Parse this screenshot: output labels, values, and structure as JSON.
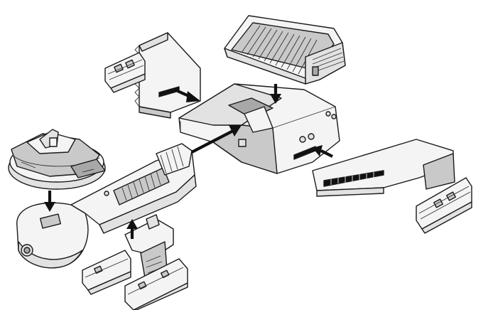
{
  "figure": {
    "type": "exploded-assembly-diagram",
    "colors": {
      "line": "#1a1a1a",
      "fill_light": "#f4f4f4",
      "fill_mid": "#e2e2e2",
      "fill_dark": "#c9c9c9",
      "arrow": "#111111"
    }
  },
  "parts": [
    {
      "id": "saucer-section",
      "icon": "saucer-section-icon"
    },
    {
      "id": "neck-assembly",
      "icon": "neck-icon"
    },
    {
      "id": "engineering-hull",
      "icon": "hull-icon"
    },
    {
      "id": "impulse-deck",
      "icon": "impulse-deck-icon"
    },
    {
      "id": "port-wing",
      "icon": "wing-icon"
    },
    {
      "id": "starboard-wing",
      "icon": "wing-icon"
    },
    {
      "id": "lower-nacelle-pylon",
      "icon": "nacelle-icon"
    }
  ],
  "arrows": [
    {
      "id": "saucer-to-neck",
      "direction": "down"
    },
    {
      "id": "pylon-to-neck",
      "direction": "up"
    },
    {
      "id": "neck-to-hull",
      "direction": "up-right"
    },
    {
      "id": "impulse-to-hull",
      "direction": "down"
    },
    {
      "id": "port-wing-to-hull",
      "direction": "down-right"
    },
    {
      "id": "starboard-wing-to-hull",
      "direction": "up-left"
    }
  ]
}
